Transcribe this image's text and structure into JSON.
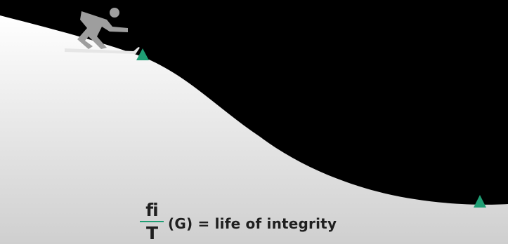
{
  "scene": {
    "colors": {
      "sky": "#000000",
      "snow_top": "#ffffff",
      "snow_bottom": "#cfcfcf",
      "skier": "#9e9e9e",
      "skis": "#e6e6e6",
      "marker": "#1f9e74",
      "text": "#1f1f1f"
    },
    "icons": {
      "skier": "downhill-skier-icon",
      "markers": [
        "triangle-marker-icon",
        "triangle-marker-icon"
      ]
    }
  },
  "equation": {
    "numerator": "fi",
    "denominator": "T",
    "rest": "(G) = life of integrity"
  }
}
